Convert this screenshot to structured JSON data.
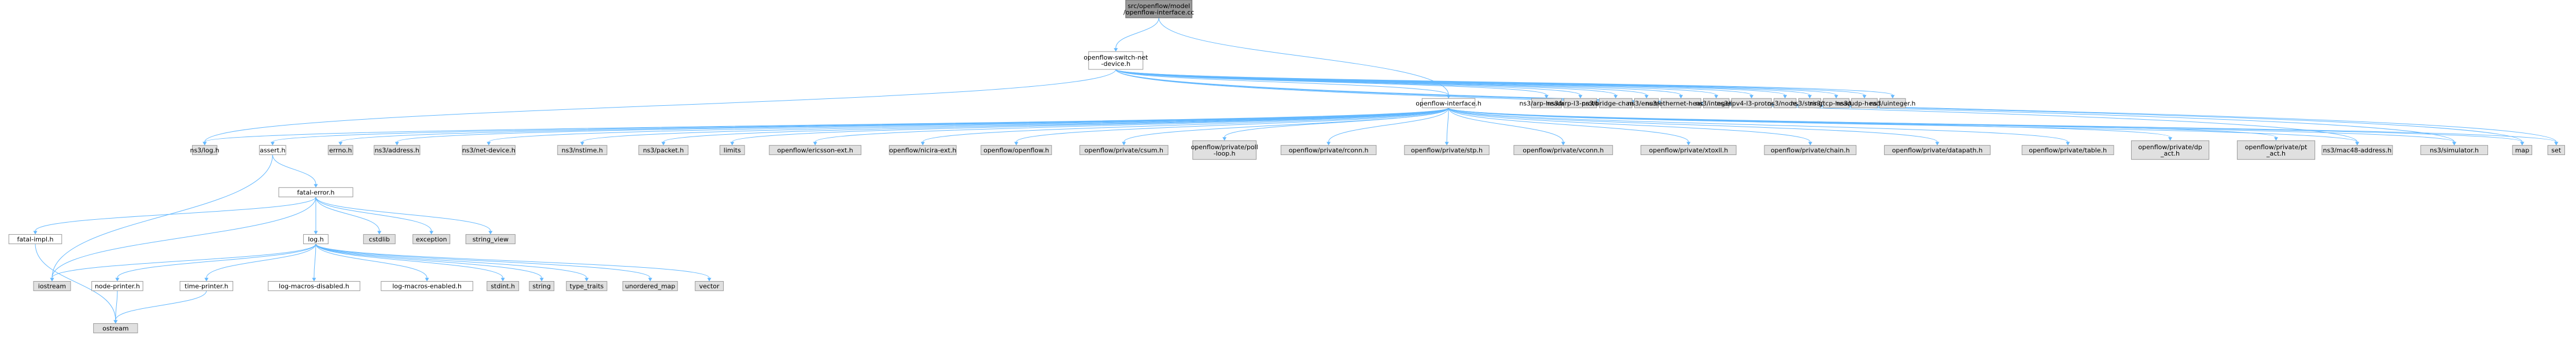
{
  "graph": {
    "kind": "include-dependency-graph",
    "colors": {
      "edge": "#63b8ff",
      "node_border": "#999999",
      "root_fill": "#999999",
      "external_fill": "#e0e0e0",
      "local_fill": "#ffffff"
    },
    "nodes": {
      "root": [
        "src/openflow/model",
        "/openflow-interface.cc"
      ],
      "switchdev": [
        "openflow-switch-net",
        "-device.h"
      ],
      "ofif": [
        "openflow-interface.h"
      ],
      "arphdr": [
        "ns3/arp-header.h"
      ],
      "arpl3": [
        "ns3/arp-l3-protocol.h"
      ],
      "bridge": [
        "ns3/bridge-channel.h"
      ],
      "enum": [
        "ns3/enum.h"
      ],
      "ethhdr": [
        "ns3/ethernet-header.h"
      ],
      "integer": [
        "ns3/integer.h"
      ],
      "ipv4l3": [
        "ns3/ipv4-l3-protocol.h"
      ],
      "node": [
        "ns3/node.h"
      ],
      "string3": [
        "ns3/string.h"
      ],
      "tcphdr": [
        "ns3/tcp-header.h"
      ],
      "udphdr": [
        "ns3/udp-header.h"
      ],
      "uinteger": [
        "ns3/uinteger.h"
      ],
      "log3": [
        "ns3/log.h"
      ],
      "assert": [
        "assert.h"
      ],
      "errno": [
        "errno.h"
      ],
      "address": [
        "ns3/address.h"
      ],
      "netdev": [
        "ns3/net-device.h"
      ],
      "nstime": [
        "ns3/nstime.h"
      ],
      "packet": [
        "ns3/packet.h"
      ],
      "limits": [
        "limits"
      ],
      "ericsson": [
        "openflow/ericsson-ext.h"
      ],
      "nicira": [
        "openflow/nicira-ext.h"
      ],
      "openflow": [
        "openflow/openflow.h"
      ],
      "csum": [
        "openflow/private/csum.h"
      ],
      "poll": [
        "openflow/private/poll",
        "-loop.h"
      ],
      "rconn": [
        "openflow/private/rconn.h"
      ],
      "stp": [
        "openflow/private/stp.h"
      ],
      "vconn": [
        "openflow/private/vconn.h"
      ],
      "xtoxll": [
        "openflow/private/xtoxll.h"
      ],
      "chain": [
        "openflow/private/chain.h"
      ],
      "datapath": [
        "openflow/private/datapath.h"
      ],
      "table": [
        "openflow/private/table.h"
      ],
      "dpact": [
        "openflow/private/dp",
        "_act.h"
      ],
      "ptact": [
        "openflow/private/pt",
        "_act.h"
      ],
      "mac48": [
        "ns3/mac48-address.h"
      ],
      "simulator": [
        "ns3/simulator.h"
      ],
      "map": [
        "map"
      ],
      "set": [
        "set"
      ],
      "fatalerr": [
        "fatal-error.h"
      ],
      "fatalimpl": [
        "fatal-impl.h"
      ],
      "cstdlib": [
        "cstdlib"
      ],
      "exception": [
        "exception"
      ],
      "stringview": [
        "string_view"
      ],
      "logh": [
        "log.h"
      ],
      "iostream": [
        "iostream"
      ],
      "nodeprinter": [
        "node-printer.h"
      ],
      "timeprinter": [
        "time-printer.h"
      ],
      "logdis": [
        "log-macros-disabled.h"
      ],
      "logen": [
        "log-macros-enabled.h"
      ],
      "stdint": [
        "stdint.h"
      ],
      "stringstd": [
        "string"
      ],
      "typetraits": [
        "type_traits"
      ],
      "unorderedmap": [
        "unordered_map"
      ],
      "vector": [
        "vector"
      ],
      "ostream": [
        "ostream"
      ]
    }
  }
}
